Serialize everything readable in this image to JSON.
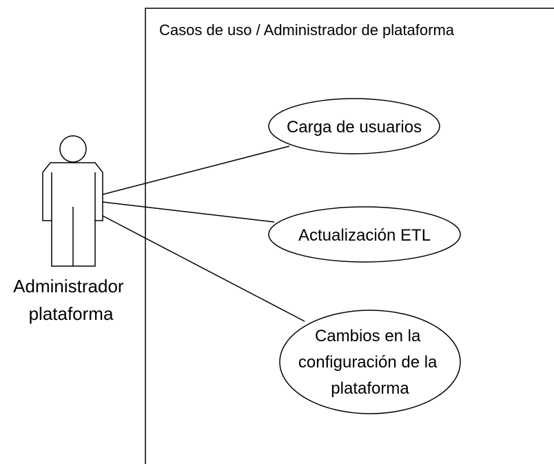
{
  "system_boundary": {
    "title": "Casos de uso / Administrador de plataforma"
  },
  "actor": {
    "name_lines": [
      "Administrador",
      "plataforma"
    ]
  },
  "use_cases": [
    {
      "lines": [
        "Carga de usuarios"
      ]
    },
    {
      "lines": [
        "Actualización ETL"
      ]
    },
    {
      "lines": [
        "Cambios en la",
        "configuración de la",
        "plataforma"
      ]
    }
  ],
  "colors": {
    "stroke": "#000000",
    "background": "#ffffff"
  }
}
